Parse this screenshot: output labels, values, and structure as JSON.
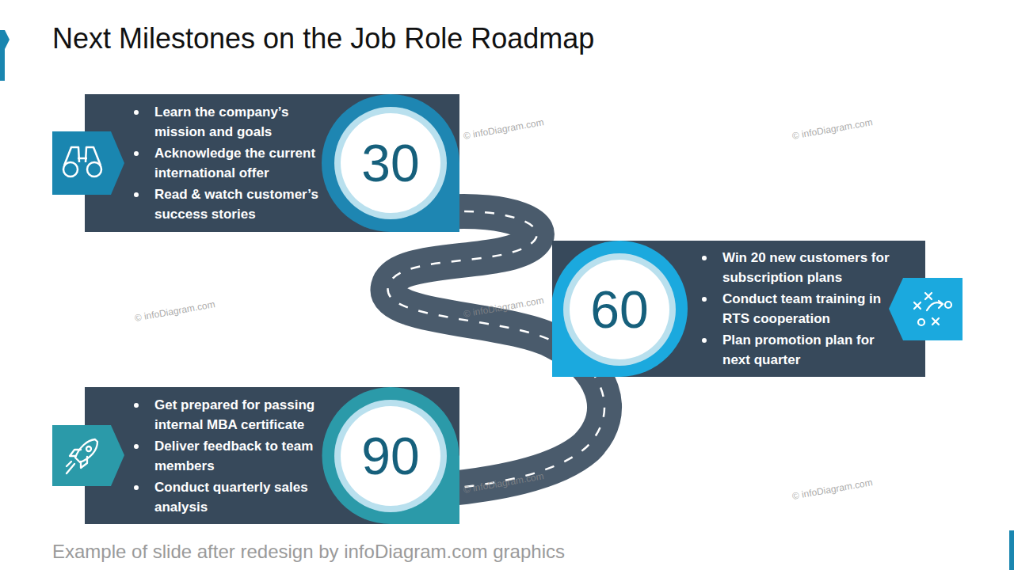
{
  "diagram": {
    "title": "Next Milestones on the Job Role Roadmap",
    "caption": "Example of slide after redesign by infoDiagram.com graphics",
    "nodes": [
      {
        "text": [
          "Learn the company’s mission and goals",
          "Acknowledge the current international offer",
          "Read & watch customer’s success stories"
        ]
      },
      {
        "text": [
          "30"
        ],
        "in": 0
      },
      {
        "text": [
          "Win 20 new customers for subscription plans",
          "Conduct team training in RTS cooperation",
          "Plan promotion plan for next quarter"
        ]
      },
      {
        "text": [
          "60"
        ],
        "in": 2
      },
      {
        "text": [
          "Get prepared for passing internal MBA certificate",
          "Deliver feedback to team members",
          "Conduct quarterly sales analysis"
        ]
      },
      {
        "text": [
          "90"
        ],
        "in": 4
      }
    ],
    "labels": [
      "© infoDiagram.com",
      "© infoDiagram.com",
      "© infoDiagram.com",
      "© infoDiagram.com",
      "© infoDiagram.com",
      "© infoDiagram.com",
      "© infoDiagram.com",
      "© infoDiagram.com",
      "© infoDiagram.com"
    ]
  }
}
